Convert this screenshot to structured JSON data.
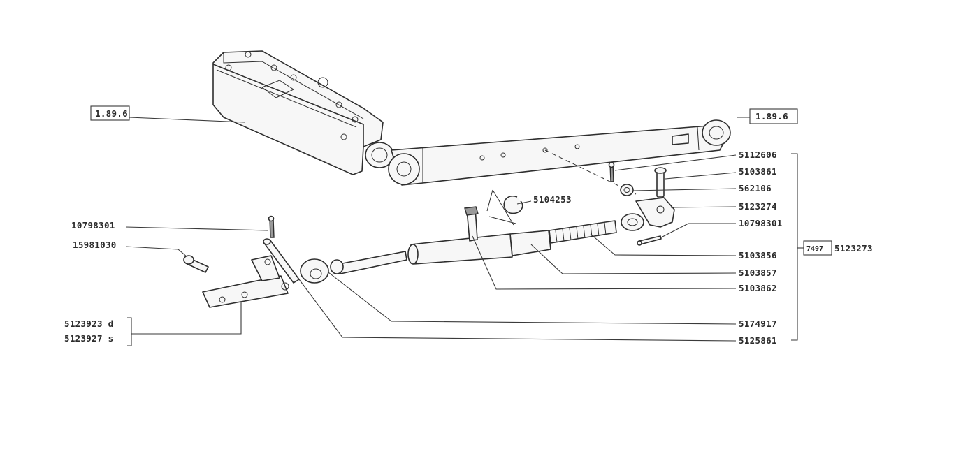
{
  "ref_boxes": {
    "left": "1.89.6",
    "right": "1.89.6",
    "group": "7497"
  },
  "assembly_number": "5123273",
  "parts": {
    "p5112606": "5112606",
    "p5103861": "5103861",
    "p562106": "562106",
    "p5123274": "5123274",
    "p10798301_right": "10798301",
    "p5103856": "5103856",
    "p5103857": "5103857",
    "p5103862": "5103862",
    "p5174917": "5174917",
    "p5125861": "5125861",
    "p5104253": "5104253",
    "p10798301_left": "10798301",
    "p15981030": "15981030",
    "p5123923": "5123923 d",
    "p5123927": "5123927 s"
  }
}
